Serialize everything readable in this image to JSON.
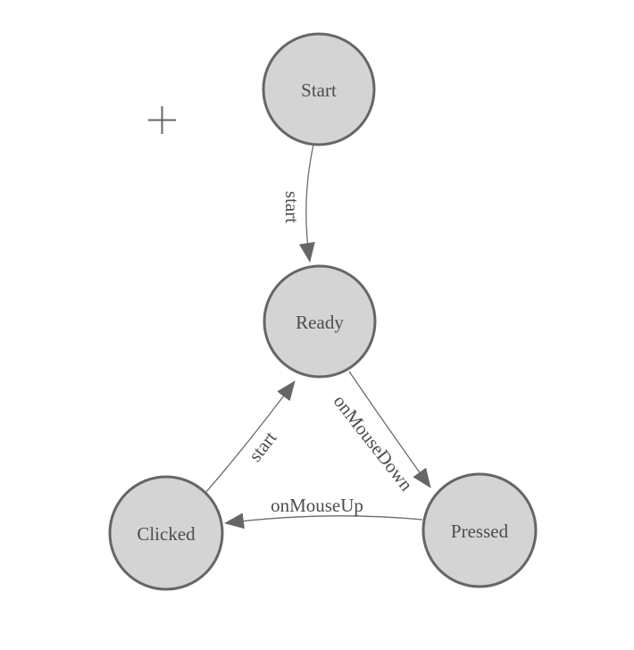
{
  "app": {
    "background_color": "#ffffff"
  },
  "cursor": {
    "type": "crosshair",
    "glyph": "+"
  },
  "colors": {
    "node_fill": "#d4d4d4",
    "node_stroke": "#666666",
    "edge_stroke": "#6b6b6b",
    "arrow_fill": "#666666",
    "label_text": "#4d4d4d"
  },
  "diagram": {
    "type": "finite-state-machine",
    "nodes": [
      {
        "id": "start",
        "label": "Start"
      },
      {
        "id": "ready",
        "label": "Ready"
      },
      {
        "id": "clicked",
        "label": "Clicked"
      },
      {
        "id": "pressed",
        "label": "Pressed"
      }
    ],
    "edges": [
      {
        "from": "Start",
        "to": "Ready",
        "label": "start"
      },
      {
        "from": "Ready",
        "to": "Pressed",
        "label": "onMouseDown"
      },
      {
        "from": "Pressed",
        "to": "Clicked",
        "label": "onMouseUp"
      },
      {
        "from": "Clicked",
        "to": "Ready",
        "label": "start"
      }
    ]
  }
}
